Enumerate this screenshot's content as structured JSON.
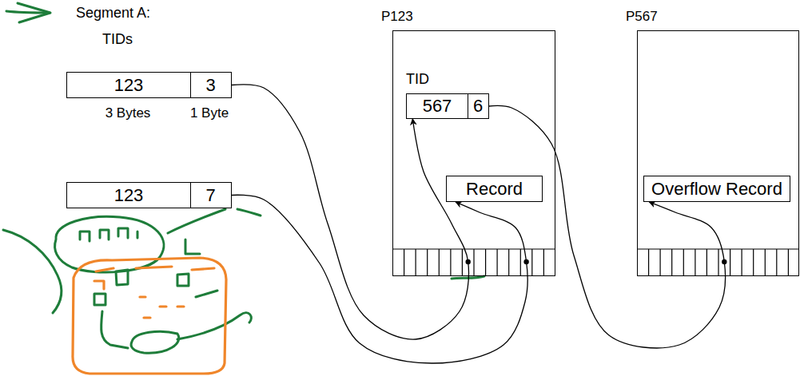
{
  "diagram": {
    "nodes": [
      {
        "text": [
          "123",
          "3"
        ]
      },
      {
        "text": [
          "123",
          "7"
        ]
      },
      {
        "text": [
          "P123"
        ]
      },
      {
        "text": [
          "567",
          "6"
        ],
        "in": 2
      },
      {
        "text": [
          "Record"
        ],
        "in": 2
      },
      {
        "text": [
          "P567"
        ]
      },
      {
        "text": [
          "Overflow Record"
        ],
        "in": 5
      }
    ],
    "edges": [
      {
        "from": 0,
        "to": 3,
        "arrow": "to"
      },
      {
        "from": 1,
        "to": 4,
        "arrow": "to"
      },
      {
        "from": 3,
        "to": 6,
        "arrow": "to"
      }
    ],
    "labels": [
      "Segment A:",
      "TIDs",
      "3 Bytes",
      "1 Byte",
      "TID"
    ]
  }
}
